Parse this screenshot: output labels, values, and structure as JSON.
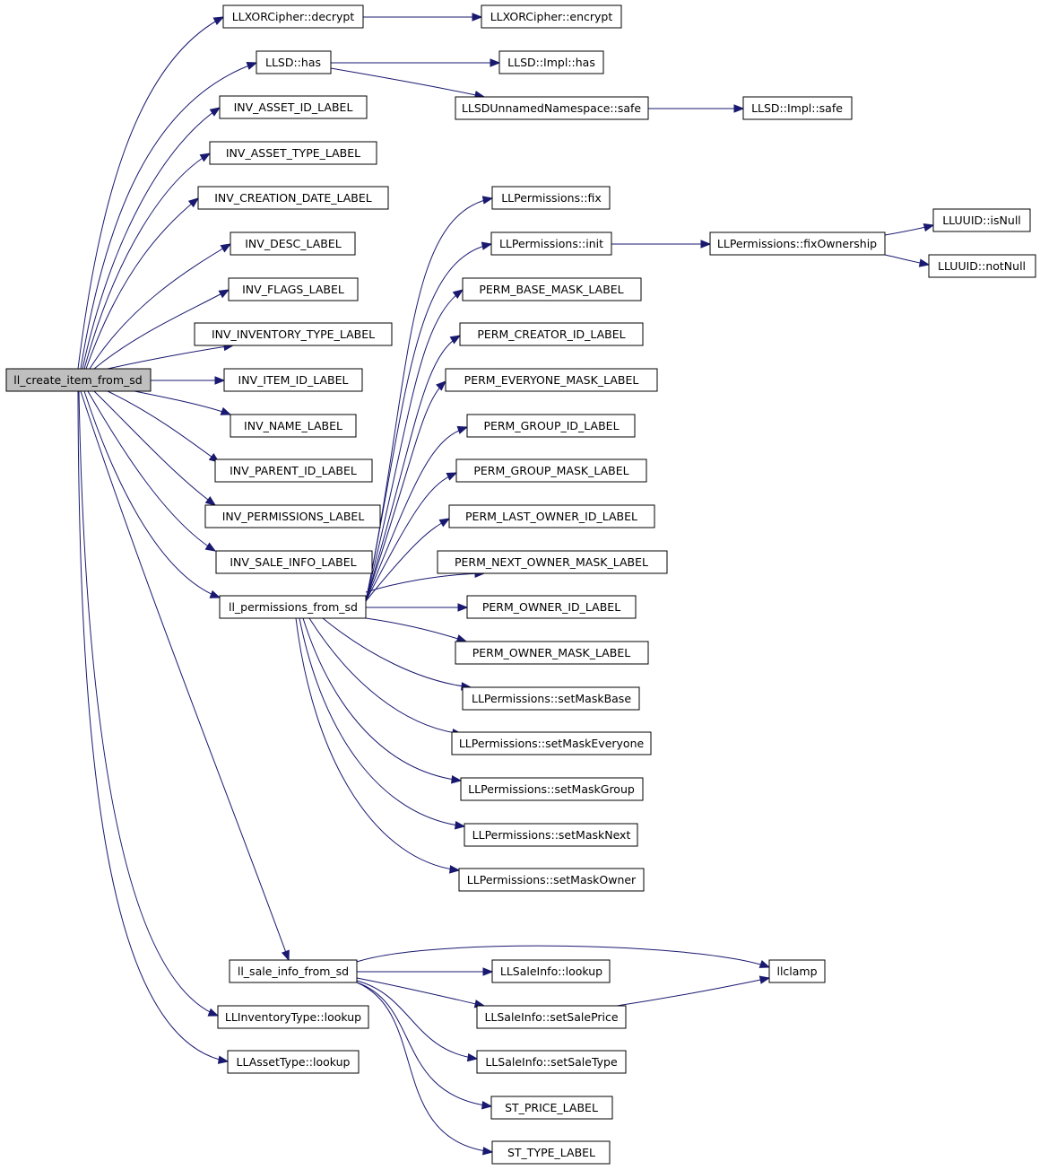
{
  "root": "ll_create_item_from_sd",
  "nodes": {
    "n0": "ll_create_item_from_sd",
    "n1": "LLXORCipher::decrypt",
    "n2": "LLXORCipher::encrypt",
    "n3": "LLSD::has",
    "n4": "LLSD::Impl::has",
    "n5": "LLSDUnnamedNamespace::safe",
    "n6": "LLSD::Impl::safe",
    "n7": "INV_ASSET_ID_LABEL",
    "n8": "INV_ASSET_TYPE_LABEL",
    "n9": "INV_CREATION_DATE_LABEL",
    "n10": "INV_DESC_LABEL",
    "n11": "INV_FLAGS_LABEL",
    "n12": "INV_INVENTORY_TYPE_LABEL",
    "n13": "INV_ITEM_ID_LABEL",
    "n14": "INV_NAME_LABEL",
    "n15": "INV_PARENT_ID_LABEL",
    "n16": "INV_PERMISSIONS_LABEL",
    "n17": "INV_SALE_INFO_LABEL",
    "n18": "ll_permissions_from_sd",
    "n19": "LLPermissions::fix",
    "n20": "LLPermissions::init",
    "n21": "LLPermissions::fixOwnership",
    "n22": "LLUUID::isNull",
    "n23": "LLUUID::notNull",
    "n24": "PERM_BASE_MASK_LABEL",
    "n25": "PERM_CREATOR_ID_LABEL",
    "n26": "PERM_EVERYONE_MASK_LABEL",
    "n27": "PERM_GROUP_ID_LABEL",
    "n28": "PERM_GROUP_MASK_LABEL",
    "n29": "PERM_LAST_OWNER_ID_LABEL",
    "n30": "PERM_NEXT_OWNER_MASK_LABEL",
    "n31": "PERM_OWNER_ID_LABEL",
    "n32": "PERM_OWNER_MASK_LABEL",
    "n33": "LLPermissions::setMaskBase",
    "n34": "LLPermissions::setMaskEveryone",
    "n35": "LLPermissions::setMaskGroup",
    "n36": "LLPermissions::setMaskNext",
    "n37": "LLPermissions::setMaskOwner",
    "n38": "ll_sale_info_from_sd",
    "n39": "LLSaleInfo::lookup",
    "n40": "llclamp",
    "n41": "LLSaleInfo::setSalePrice",
    "n42": "LLSaleInfo::setSaleType",
    "n43": "ST_PRICE_LABEL",
    "n44": "ST_TYPE_LABEL",
    "n45": "LLInventoryType::lookup",
    "n46": "LLAssetType::lookup"
  },
  "edges": [
    [
      "n0",
      "n1"
    ],
    [
      "n0",
      "n3"
    ],
    [
      "n0",
      "n7"
    ],
    [
      "n0",
      "n8"
    ],
    [
      "n0",
      "n9"
    ],
    [
      "n0",
      "n10"
    ],
    [
      "n0",
      "n11"
    ],
    [
      "n0",
      "n12"
    ],
    [
      "n0",
      "n13"
    ],
    [
      "n0",
      "n14"
    ],
    [
      "n0",
      "n15"
    ],
    [
      "n0",
      "n16"
    ],
    [
      "n0",
      "n17"
    ],
    [
      "n0",
      "n18"
    ],
    [
      "n0",
      "n38"
    ],
    [
      "n0",
      "n45"
    ],
    [
      "n0",
      "n46"
    ],
    [
      "n1",
      "n2"
    ],
    [
      "n3",
      "n4"
    ],
    [
      "n3",
      "n5"
    ],
    [
      "n5",
      "n6"
    ],
    [
      "n18",
      "n19"
    ],
    [
      "n18",
      "n20"
    ],
    [
      "n18",
      "n24"
    ],
    [
      "n18",
      "n25"
    ],
    [
      "n18",
      "n26"
    ],
    [
      "n18",
      "n27"
    ],
    [
      "n18",
      "n28"
    ],
    [
      "n18",
      "n29"
    ],
    [
      "n18",
      "n30"
    ],
    [
      "n18",
      "n31"
    ],
    [
      "n18",
      "n32"
    ],
    [
      "n18",
      "n33"
    ],
    [
      "n18",
      "n34"
    ],
    [
      "n18",
      "n35"
    ],
    [
      "n18",
      "n36"
    ],
    [
      "n18",
      "n37"
    ],
    [
      "n20",
      "n21"
    ],
    [
      "n21",
      "n22"
    ],
    [
      "n21",
      "n23"
    ],
    [
      "n38",
      "n40"
    ],
    [
      "n38",
      "n39"
    ],
    [
      "n38",
      "n41"
    ],
    [
      "n38",
      "n42"
    ],
    [
      "n38",
      "n43"
    ],
    [
      "n38",
      "n44"
    ],
    [
      "n41",
      "n40"
    ]
  ],
  "colors": {
    "edge": "#191970",
    "root_fill": "#bfbfbf",
    "node_fill": "#ffffff",
    "border": "#000000"
  }
}
